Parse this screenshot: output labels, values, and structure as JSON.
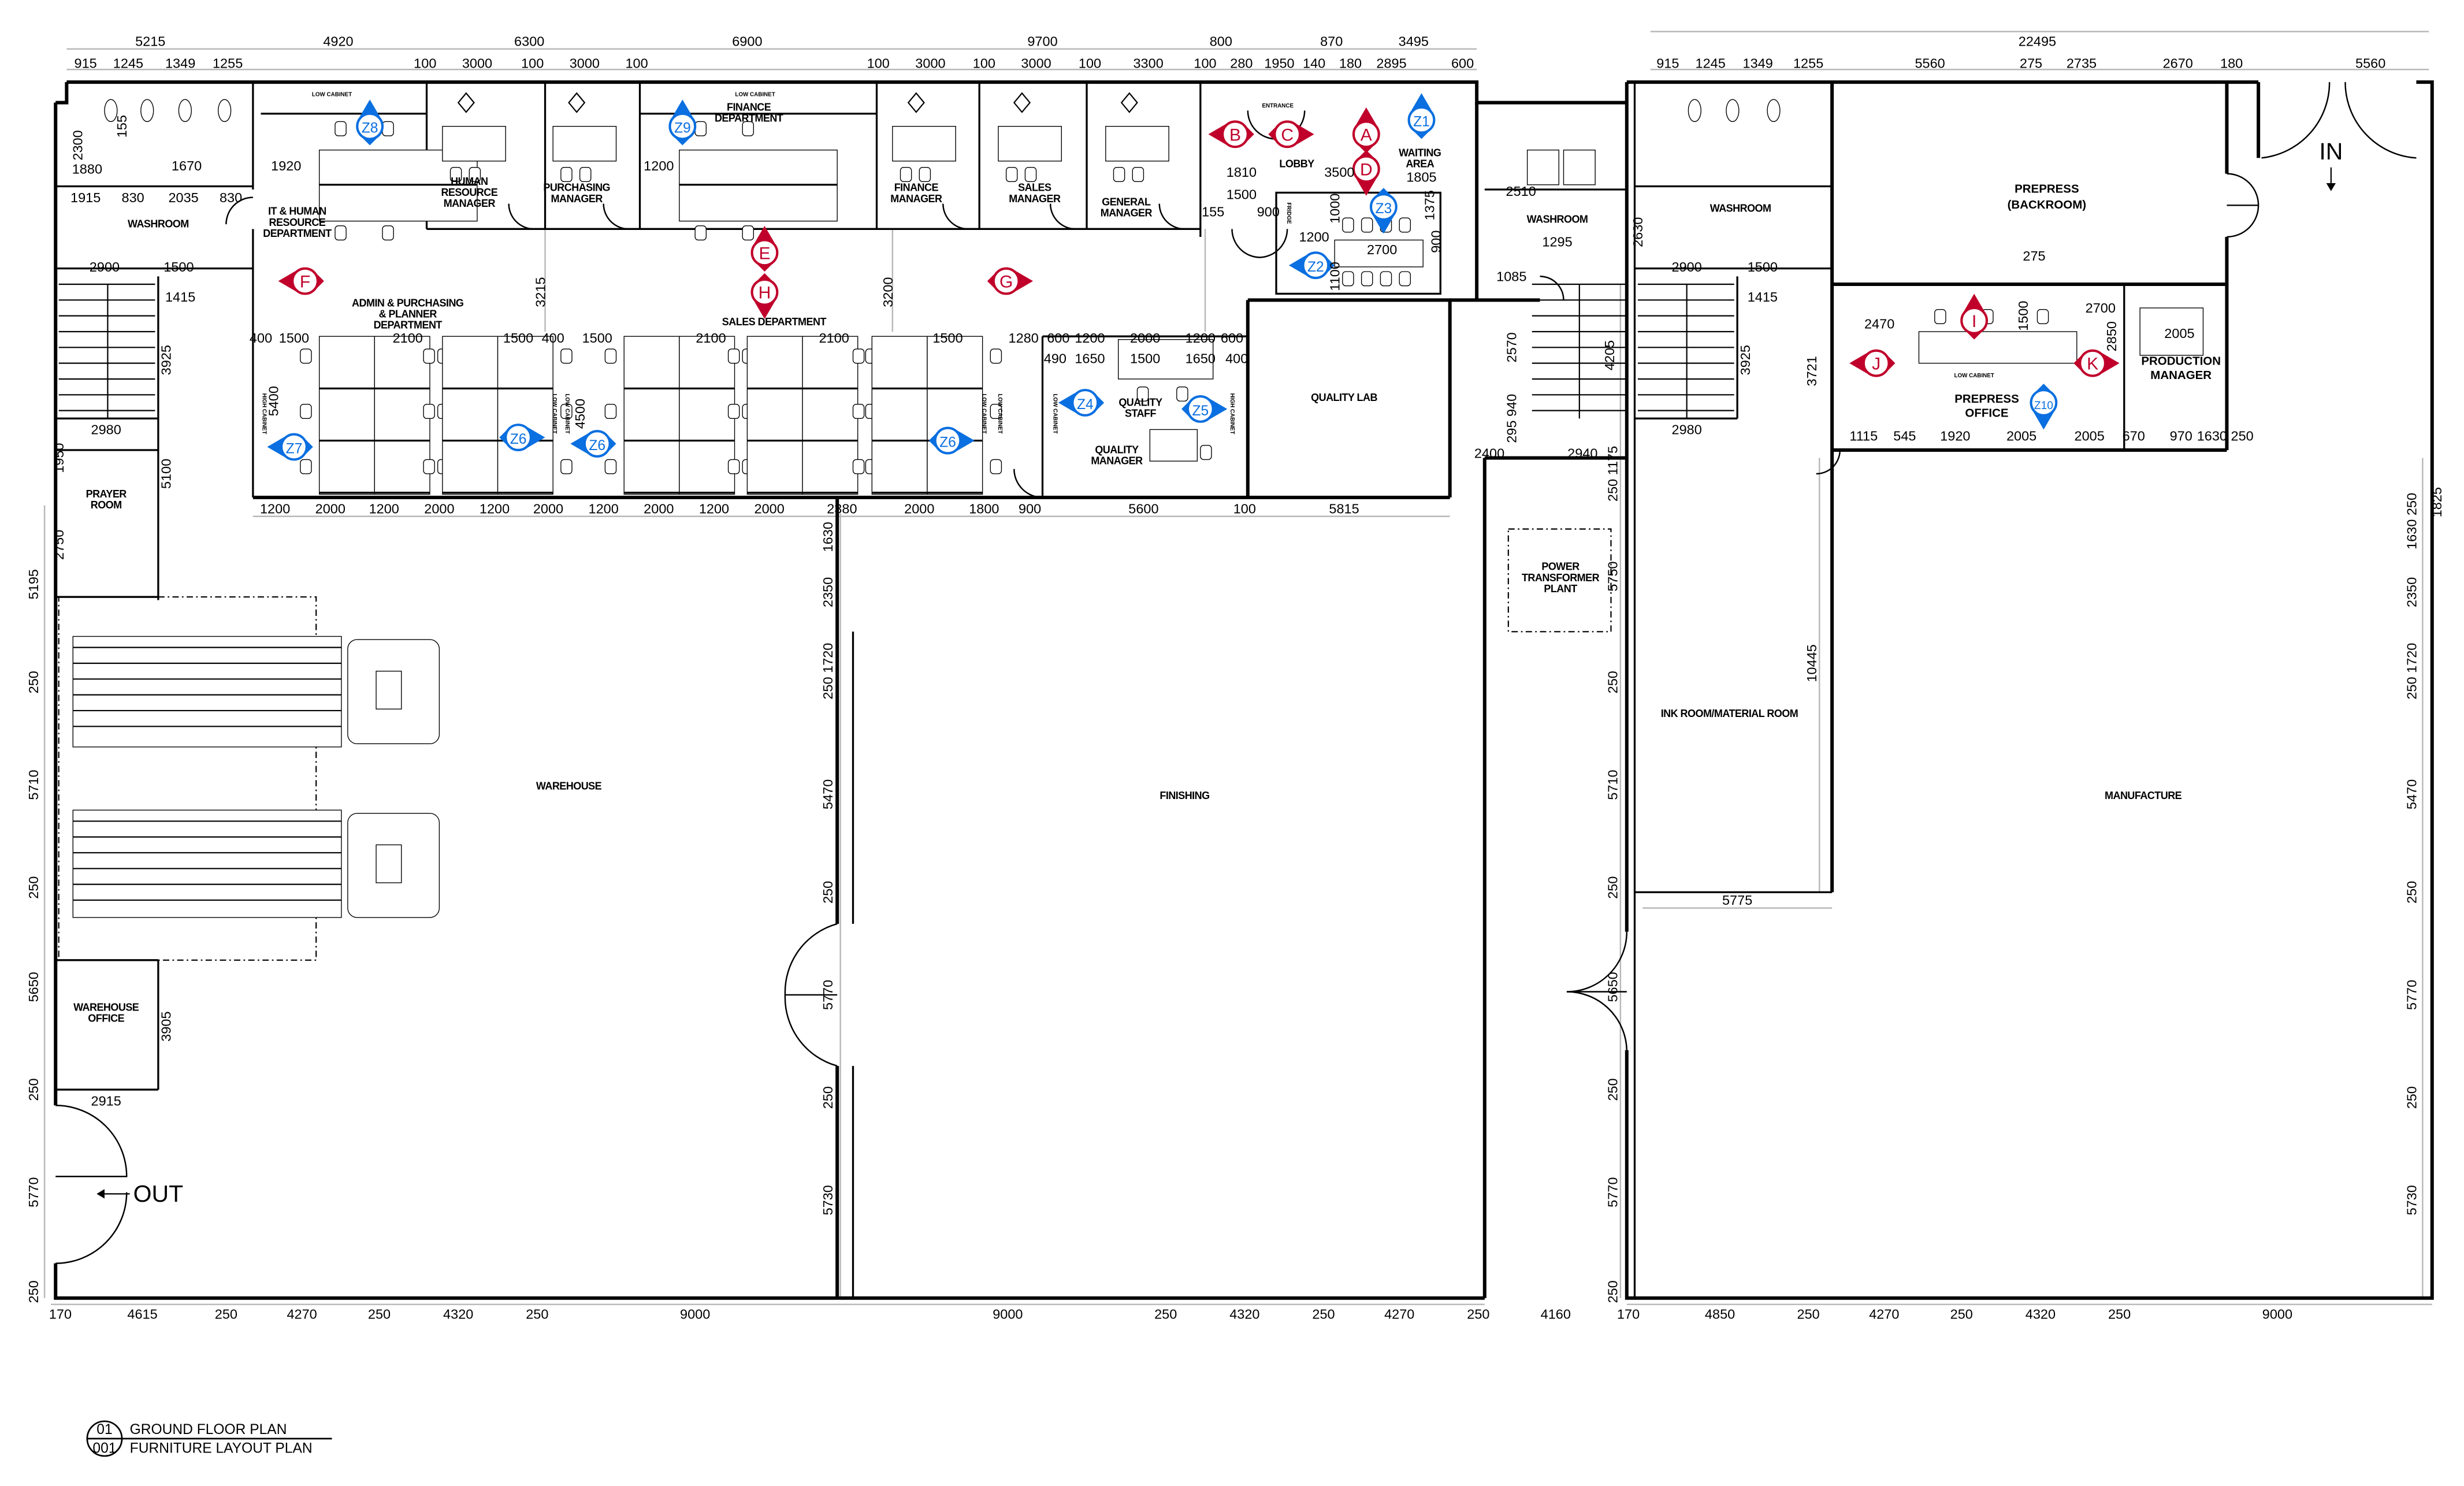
{
  "drawing": {
    "title_number": "01",
    "title": "GROUND FLOOR PLAN",
    "sheet_number": "001",
    "subtitle": "FURNITURE LAYOUT PLAN"
  },
  "rooms": {
    "washroom_left": "WASHROOM",
    "it_hr": [
      "IT & HUMAN",
      "RESOURCE",
      "DEPARTMENT"
    ],
    "hr_manager": [
      "HUMAN",
      "RESOURCE",
      "MANAGER"
    ],
    "purchasing_manager": [
      "PURCHASING",
      "MANAGER"
    ],
    "finance_department": [
      "FINANCE",
      "DEPARTMENT"
    ],
    "finance_manager": [
      "FINANCE",
      "MANAGER"
    ],
    "sales_manager": [
      "SALES",
      "MANAGER"
    ],
    "general_manager": [
      "GENERAL",
      "MANAGER"
    ],
    "entrance": "ENTRANCE",
    "lobby": "LOBBY",
    "waiting_area": [
      "WAITING",
      "AREA"
    ],
    "washroom_mid": "WASHROOM",
    "admin_dept": [
      "ADMIN  &  PURCHASING",
      "& PLANNER",
      "DEPARTMENT"
    ],
    "sales_department": "SALES DEPARTMENT",
    "quality_staff": [
      "QUALITY",
      "STAFF"
    ],
    "quality_manager": [
      "QUALITY",
      "MANAGER"
    ],
    "quality_lab": "QUALITY LAB",
    "prayer_room": [
      "PRAYER",
      "ROOM"
    ],
    "warehouse": "WAREHOUSE",
    "warehouse_office": [
      "WAREHOUSE",
      "OFFICE"
    ],
    "finishing": "FINISHING",
    "power_plant": [
      "POWER",
      "TRANSFORMER",
      "PLANT"
    ],
    "ink_room": "INK ROOM/MATERIAL ROOM",
    "manufacture": "MANUFACTURE",
    "washroom_right": "WASHROOM",
    "prepress_backroom": [
      "PREPRESS",
      "(BACKROOM)"
    ],
    "prepress_office": [
      "PREPRESS",
      "OFFICE"
    ],
    "production_manager": [
      "PRODUCTION",
      "MANAGER"
    ],
    "low_cabinet": "LOW CABINET",
    "high_cabinet": "HIGH CABINET",
    "fridge": "FRIDGE"
  },
  "entries": {
    "in": "IN",
    "out": "OUT"
  },
  "markers": [
    {
      "label": "A",
      "kind": "red",
      "dir": "up"
    },
    {
      "label": "B",
      "kind": "red",
      "dir": "left"
    },
    {
      "label": "C",
      "kind": "red",
      "dir": "right"
    },
    {
      "label": "D",
      "kind": "red",
      "dir": "down"
    },
    {
      "label": "E",
      "kind": "red",
      "dir": "up"
    },
    {
      "label": "F",
      "kind": "red",
      "dir": "left"
    },
    {
      "label": "G",
      "kind": "red",
      "dir": "right"
    },
    {
      "label": "H",
      "kind": "red",
      "dir": "down"
    },
    {
      "label": "I",
      "kind": "red",
      "dir": "up"
    },
    {
      "label": "J",
      "kind": "red",
      "dir": "left"
    },
    {
      "label": "K",
      "kind": "red",
      "dir": "right"
    },
    {
      "label": "Z1",
      "kind": "blue",
      "dir": "up"
    },
    {
      "label": "Z2",
      "kind": "blue",
      "dir": "left"
    },
    {
      "label": "Z3",
      "kind": "blue",
      "dir": "down"
    },
    {
      "label": "Z4",
      "kind": "blue",
      "dir": "left"
    },
    {
      "label": "Z5",
      "kind": "blue",
      "dir": "right"
    },
    {
      "label": "Z6",
      "kind": "blue",
      "dir": "right"
    },
    {
      "label": "Z6",
      "kind": "blue",
      "dir": "left"
    },
    {
      "label": "Z6",
      "kind": "blue",
      "dir": "right"
    },
    {
      "label": "Z7",
      "kind": "blue",
      "dir": "left"
    },
    {
      "label": "Z8",
      "kind": "blue",
      "dir": "up"
    },
    {
      "label": "Z9",
      "kind": "blue",
      "dir": "up"
    },
    {
      "label": "Z10",
      "kind": "blue",
      "dir": "down"
    }
  ],
  "colors": {
    "red_marker": "#c0002a",
    "blue_marker": "#0a6fe0",
    "dimension_line": "#b8b8b8"
  },
  "dimensions": {
    "top_overall": [
      "5215",
      "4920",
      "6300",
      "6900",
      "9700",
      "800",
      "870",
      "3495",
      "22495"
    ],
    "top_detail": [
      "915",
      "1245",
      "1349",
      "1255",
      "100",
      "3000",
      "100",
      "3000",
      "100",
      "100",
      "3000",
      "100",
      "3000",
      "100",
      "3300",
      "100",
      "280",
      "1950",
      "140",
      "180",
      "2895",
      "600",
      "915",
      "1245",
      "1349",
      "1255",
      "5560",
      "275",
      "2735",
      "2670",
      "180",
      "5560"
    ],
    "bottom": [
      "170",
      "4615",
      "250",
      "4270",
      "250",
      "4320",
      "250",
      "9000",
      "9000",
      "250",
      "4320",
      "250",
      "4270",
      "250",
      "4160",
      "170",
      "4850",
      "250",
      "4270",
      "250",
      "4320",
      "250",
      "9000"
    ],
    "office_bottom": [
      "1200",
      "2000",
      "1200",
      "2000",
      "1200",
      "2000",
      "1200",
      "2000",
      "1200",
      "2000",
      "2380",
      "2000",
      "1800",
      "900",
      "5600",
      "100",
      "5815"
    ],
    "office_top": [
      "400",
      "1500",
      "2100",
      "1500",
      "400",
      "1500",
      "2100",
      "2100",
      "1500",
      "1280",
      "600",
      "1200",
      "2000",
      "1200",
      "600",
      "490",
      "1650",
      "1500",
      "1650",
      "400"
    ],
    "left_vertical": [
      "5195",
      "250",
      "5710",
      "250",
      "5650",
      "250",
      "5770",
      "250"
    ],
    "mid_vertical": [
      "1630",
      "2350",
      "250 1720",
      "5470",
      "250",
      "5770",
      "250",
      "5730"
    ],
    "ink_vertical": [
      "250 1175",
      "5750",
      "250",
      "5710",
      "250",
      "5650",
      "250",
      "5770",
      "250"
    ],
    "right_vertical": [
      "1630 250",
      "2350",
      "250 1720",
      "5470",
      "250",
      "5770",
      "250",
      "5730"
    ],
    "misc": [
      "2300",
      "1880",
      "1915",
      "830",
      "2035",
      "830",
      "2900",
      "1500",
      "1415",
      "2980",
      "1950",
      "2750",
      "5100",
      "3925",
      "5400",
      "4500",
      "2915",
      "3905",
      "1920",
      "1200",
      "3215",
      "3200",
      "1810",
      "3500",
      "1805",
      "1500",
      "2700",
      "1200",
      "1000",
      "900",
      "1100",
      "1375",
      "2510",
      "1295",
      "1085",
      "2570",
      "2400",
      "2940",
      "295 940",
      "4205",
      "2630",
      "2900",
      "1500",
      "1415",
      "3925",
      "2980",
      "5775",
      "10445",
      "3721",
      "2470",
      "275",
      "1500",
      "2700",
      "2850",
      "2005",
      "1920",
      "2005",
      "2005",
      "970",
      "1115",
      "545",
      "670",
      "1630 250",
      "1825",
      "1670",
      "155",
      "155",
      "900"
    ]
  }
}
